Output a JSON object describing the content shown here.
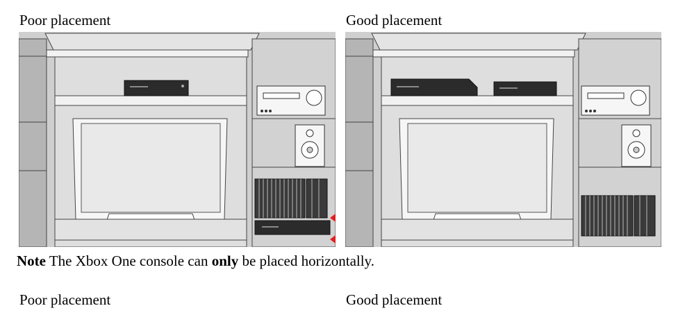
{
  "captions": {
    "row1_left": "Poor placement",
    "row1_right": "Good placement",
    "row2_left": "Poor placement",
    "row2_right": "Good placement"
  },
  "note": {
    "label": "Note",
    "text_before": " The Xbox One console can ",
    "emphasis": "only",
    "text_after": " be placed horizontally."
  },
  "colors": {
    "cabinet": "#bdbdbd",
    "cabinet_light": "#e6e6e6",
    "outline": "#444444",
    "tv_screen": "#e9e9e9",
    "console": "#2b2b2b",
    "warning": "#e02020"
  }
}
